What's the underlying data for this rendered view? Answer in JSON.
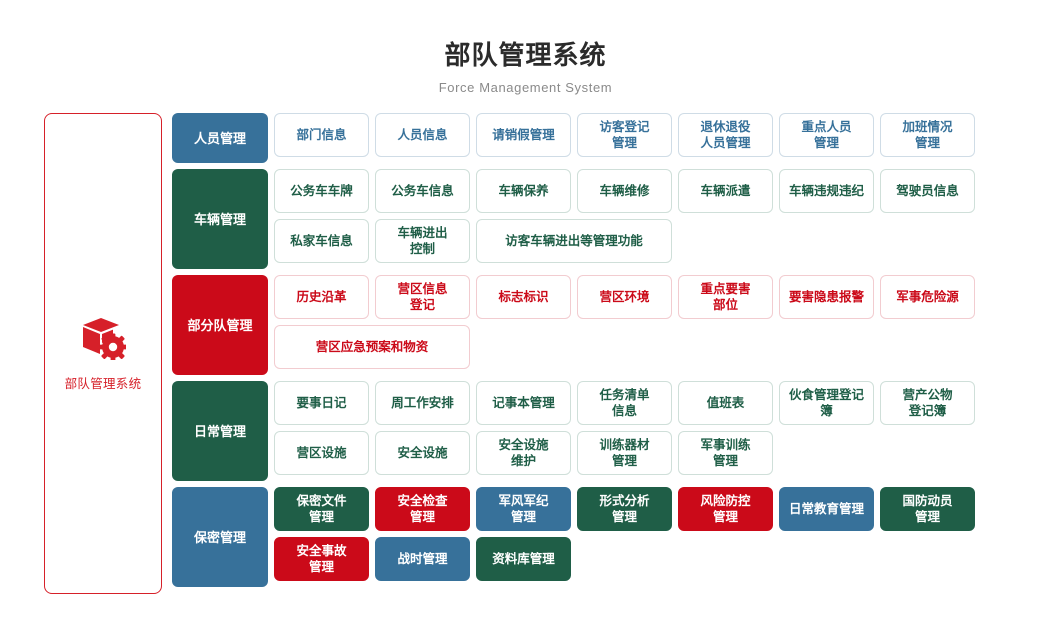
{
  "header": {
    "title": "部队管理系统",
    "subtitle": "Force Management System"
  },
  "sidebar": {
    "icon": "cube-gear-icon",
    "label": "部队管理系统",
    "accent_color": "#d62029"
  },
  "colors": {
    "blue": "#37719a",
    "green": "#1f5e47",
    "red": "#cb0a19",
    "title": "#2b2b2b",
    "subtitle": "#8a8a8a"
  },
  "categories": [
    {
      "name": "人员管理",
      "style": "blue",
      "items": [
        {
          "label": "部门信息",
          "style": "out-blue",
          "span": 1
        },
        {
          "label": "人员信息",
          "style": "out-blue",
          "span": 1
        },
        {
          "label": "请销假管理",
          "style": "out-blue",
          "span": 1
        },
        {
          "label": "访客登记\n管理",
          "style": "out-blue",
          "span": 1
        },
        {
          "label": "退休退役\n人员管理",
          "style": "out-blue",
          "span": 1
        },
        {
          "label": "重点人员\n管理",
          "style": "out-blue",
          "span": 1
        },
        {
          "label": "加班情况\n管理",
          "style": "out-blue",
          "span": 1
        }
      ]
    },
    {
      "name": "车辆管理",
      "style": "green",
      "items": [
        {
          "label": "公务车车牌",
          "style": "out-green",
          "span": 1
        },
        {
          "label": "公务车信息",
          "style": "out-green",
          "span": 1
        },
        {
          "label": "车辆保养",
          "style": "out-green",
          "span": 1
        },
        {
          "label": "车辆维修",
          "style": "out-green",
          "span": 1
        },
        {
          "label": "车辆派遣",
          "style": "out-green",
          "span": 1
        },
        {
          "label": "车辆违规违纪",
          "style": "out-green",
          "span": 1
        },
        {
          "label": "驾驶员信息",
          "style": "out-green",
          "span": 1
        },
        {
          "label": "私家车信息",
          "style": "out-green",
          "span": 1
        },
        {
          "label": "车辆进出\n控制",
          "style": "out-green",
          "span": 1
        },
        {
          "label": "访客车辆进出等管理功能",
          "style": "out-green",
          "span": 2
        }
      ]
    },
    {
      "name": "部分队管理",
      "style": "red",
      "items": [
        {
          "label": "历史沿革",
          "style": "out-red",
          "span": 1
        },
        {
          "label": "营区信息\n登记",
          "style": "out-red",
          "span": 1
        },
        {
          "label": "标志标识",
          "style": "out-red",
          "span": 1
        },
        {
          "label": "营区环境",
          "style": "out-red",
          "span": 1
        },
        {
          "label": "重点要害\n部位",
          "style": "out-red",
          "span": 1
        },
        {
          "label": "要害隐患报警",
          "style": "out-red",
          "span": 1
        },
        {
          "label": "军事危险源",
          "style": "out-red",
          "span": 1
        },
        {
          "label": "营区应急预案和物资",
          "style": "out-red",
          "span": 2
        }
      ]
    },
    {
      "name": "日常管理",
      "style": "green",
      "items": [
        {
          "label": "要事日记",
          "style": "out-green",
          "span": 1
        },
        {
          "label": "周工作安排",
          "style": "out-green",
          "span": 1
        },
        {
          "label": "记事本管理",
          "style": "out-green",
          "span": 1
        },
        {
          "label": "任务清单\n信息",
          "style": "out-green",
          "span": 1
        },
        {
          "label": "值班表",
          "style": "out-green",
          "span": 1
        },
        {
          "label": "伙食管理登记簿",
          "style": "out-green",
          "span": 1
        },
        {
          "label": "营产公物\n登记簿",
          "style": "out-green",
          "span": 1
        },
        {
          "label": "营区设施",
          "style": "out-green",
          "span": 1
        },
        {
          "label": "安全设施",
          "style": "out-green",
          "span": 1
        },
        {
          "label": "安全设施\n维护",
          "style": "out-green",
          "span": 1
        },
        {
          "label": "训练器材\n管理",
          "style": "out-green",
          "span": 1
        },
        {
          "label": "军事训练\n管理",
          "style": "out-green",
          "span": 1
        }
      ]
    },
    {
      "name": "保密管理",
      "style": "blue",
      "items": [
        {
          "label": "保密文件\n管理",
          "style": "sol-green",
          "span": 1
        },
        {
          "label": "安全检查\n管理",
          "style": "sol-red",
          "span": 1
        },
        {
          "label": "军风军纪\n管理",
          "style": "sol-blue",
          "span": 1
        },
        {
          "label": "形式分析\n管理",
          "style": "sol-green",
          "span": 1
        },
        {
          "label": "风险防控\n管理",
          "style": "sol-red",
          "span": 1
        },
        {
          "label": "日常教育管理",
          "style": "sol-blue",
          "span": 1
        },
        {
          "label": "国防动员\n管理",
          "style": "sol-green",
          "span": 1
        },
        {
          "label": "安全事故\n管理",
          "style": "sol-red",
          "span": 1
        },
        {
          "label": "战时管理",
          "style": "sol-blue",
          "span": 1
        },
        {
          "label": "资料库管理",
          "style": "sol-green",
          "span": 1
        }
      ]
    }
  ]
}
